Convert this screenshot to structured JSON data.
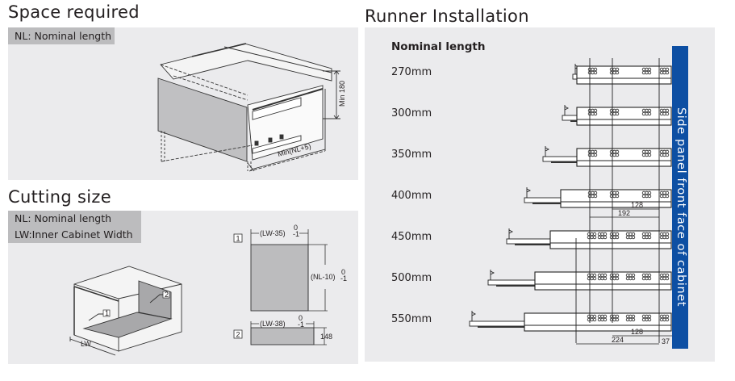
{
  "space_required": {
    "title": "Space required",
    "legend": "NL: Nominal length",
    "dims": {
      "height": "Min 180",
      "depth": "Min(NL+5)"
    }
  },
  "cutting_size": {
    "title": "Cutting size",
    "legend": [
      "NL: Nominal length",
      "LW:Inner Cabinet Width"
    ],
    "cabinet": {
      "width_label": "LW",
      "part1": "1",
      "part2": "2"
    },
    "part1": {
      "index": "1",
      "width": "(LW-35)",
      "width_tol_upper": "0",
      "width_tol_lower": "-1",
      "length": "(NL-10)",
      "length_tol_upper": "0",
      "length_tol_lower": "-1"
    },
    "part2": {
      "index": "2",
      "width": "(LW-38)",
      "width_tol_upper": "0",
      "width_tol_lower": "-1",
      "height": "148"
    }
  },
  "runner_installation": {
    "title": "Runner Installation",
    "column_header": "Nominal length",
    "lengths": [
      "270mm",
      "300mm",
      "350mm",
      "400mm",
      "450mm",
      "500mm",
      "550mm"
    ],
    "dims_400": [
      "128",
      "192"
    ],
    "dims_550": [
      "128",
      "224",
      "37"
    ],
    "side_panel_label": "Side panel front face of cabinet",
    "accent_color": "#0d4fa3"
  }
}
